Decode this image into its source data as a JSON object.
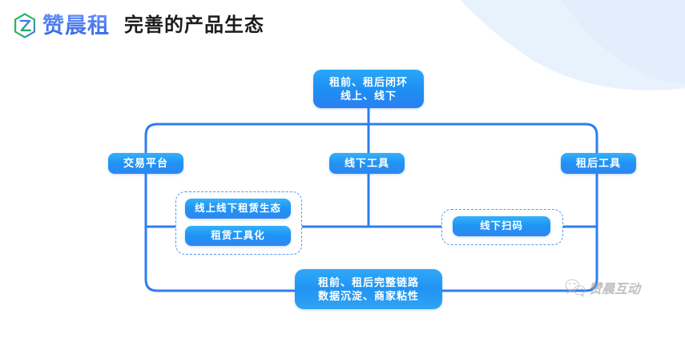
{
  "header": {
    "logo_icon": "hexagon-z-logo-icon",
    "brand": "赞晨租",
    "title": "完善的产品生态"
  },
  "diagram": {
    "top_node": "租前、租后闭环\n线上、线下",
    "main_nodes": [
      {
        "id": "trading-platform",
        "label": "交易平台"
      },
      {
        "id": "offline-tools",
        "label": "线下工具"
      },
      {
        "id": "post-rental-tools",
        "label": "租后工具"
      }
    ],
    "left_group": {
      "items": [
        {
          "id": "online-offline-rental-ecosystem",
          "label": "线上线下租赁生态"
        },
        {
          "id": "rental-toolization",
          "label": "租赁工具化"
        }
      ]
    },
    "right_group": {
      "items": [
        {
          "id": "offline-qr-scan",
          "label": "线下扫码"
        }
      ]
    },
    "bottom_node": "租前、租后完整链路\n数据沉淀、商家粘性",
    "line_color": "#2e7ef0",
    "node_color": "#1f93f4",
    "dashed_color": "#4d9bf5"
  },
  "watermark": {
    "icon": "wechat-icon",
    "text": "赞晨互动"
  }
}
